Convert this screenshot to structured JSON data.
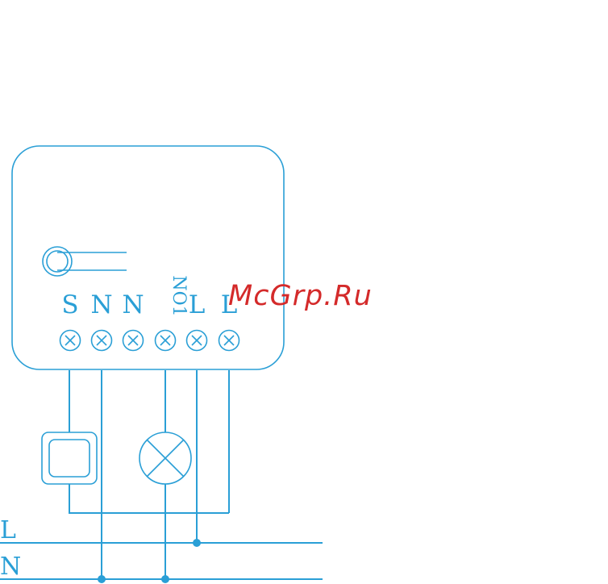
{
  "module": {
    "terminals": [
      "S",
      "N",
      "N",
      "NO1",
      "L",
      "L"
    ]
  },
  "rails": {
    "live_label": "L",
    "neutral_label": "N"
  },
  "watermark": "McGrp.Ru",
  "colors": {
    "wire": "#2a9fd6",
    "watermark": "#d42a2a",
    "background": "#ffffff"
  },
  "icons": [
    "button-icon",
    "terminal-screw-icon",
    "lamp-icon"
  ]
}
